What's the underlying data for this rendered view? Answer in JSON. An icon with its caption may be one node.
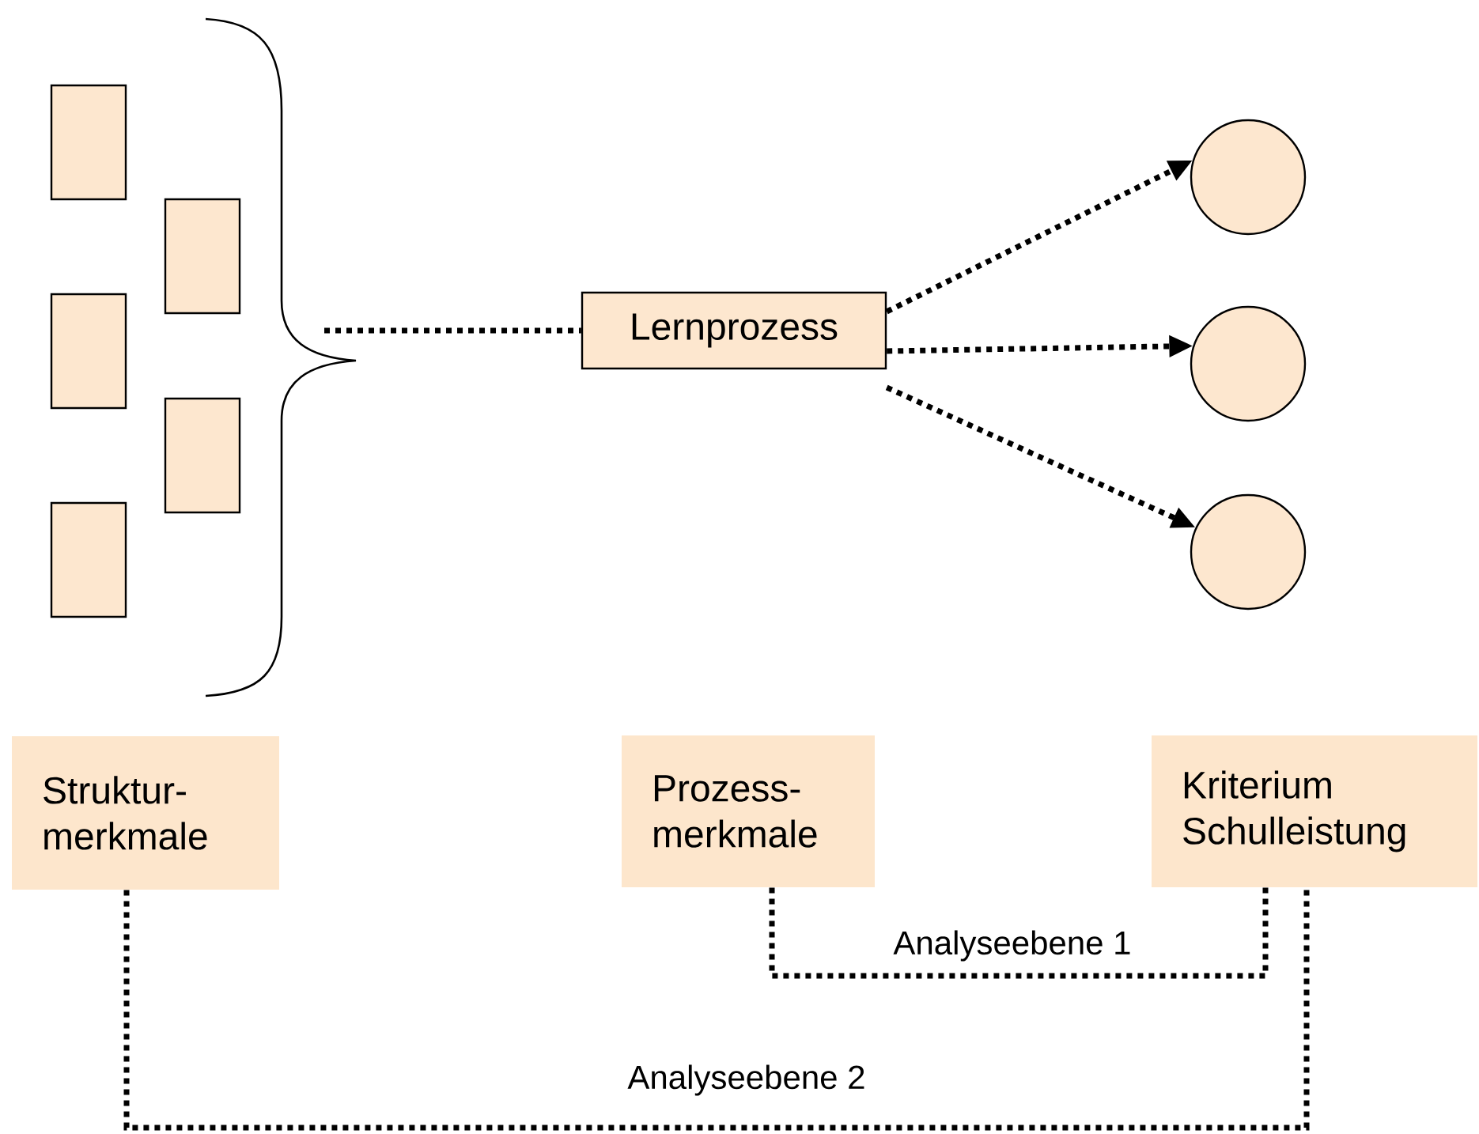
{
  "diagram": {
    "nodes": [
      {
        "text": [],
        "shape": "box"
      },
      {
        "text": [],
        "shape": "box"
      },
      {
        "text": [],
        "shape": "box"
      },
      {
        "text": [],
        "shape": "box"
      },
      {
        "text": [],
        "shape": "box"
      },
      {
        "text": [
          "Lernprozess"
        ]
      },
      {
        "text": [],
        "shape": "circle"
      },
      {
        "text": [],
        "shape": "circle"
      },
      {
        "text": [],
        "shape": "circle"
      },
      {
        "text": [
          "Struktur- merkmale"
        ]
      },
      {
        "text": [
          "Prozess- merkmale"
        ]
      },
      {
        "text": [
          "Kriterium Schulleistung"
        ]
      }
    ],
    "edges": [
      {
        "from": null,
        "to": 5,
        "arrow": "none"
      },
      {
        "from": 5,
        "to": 6,
        "arrow": "to"
      },
      {
        "from": 5,
        "to": 7,
        "arrow": "to"
      },
      {
        "from": 5,
        "to": 8,
        "arrow": "to"
      },
      {
        "from": 10,
        "to": 11,
        "arrow": "none",
        "label": "Analyseebene 1"
      },
      {
        "from": 9,
        "to": 11,
        "arrow": "none",
        "label": "Analyseebene 2"
      }
    ]
  }
}
